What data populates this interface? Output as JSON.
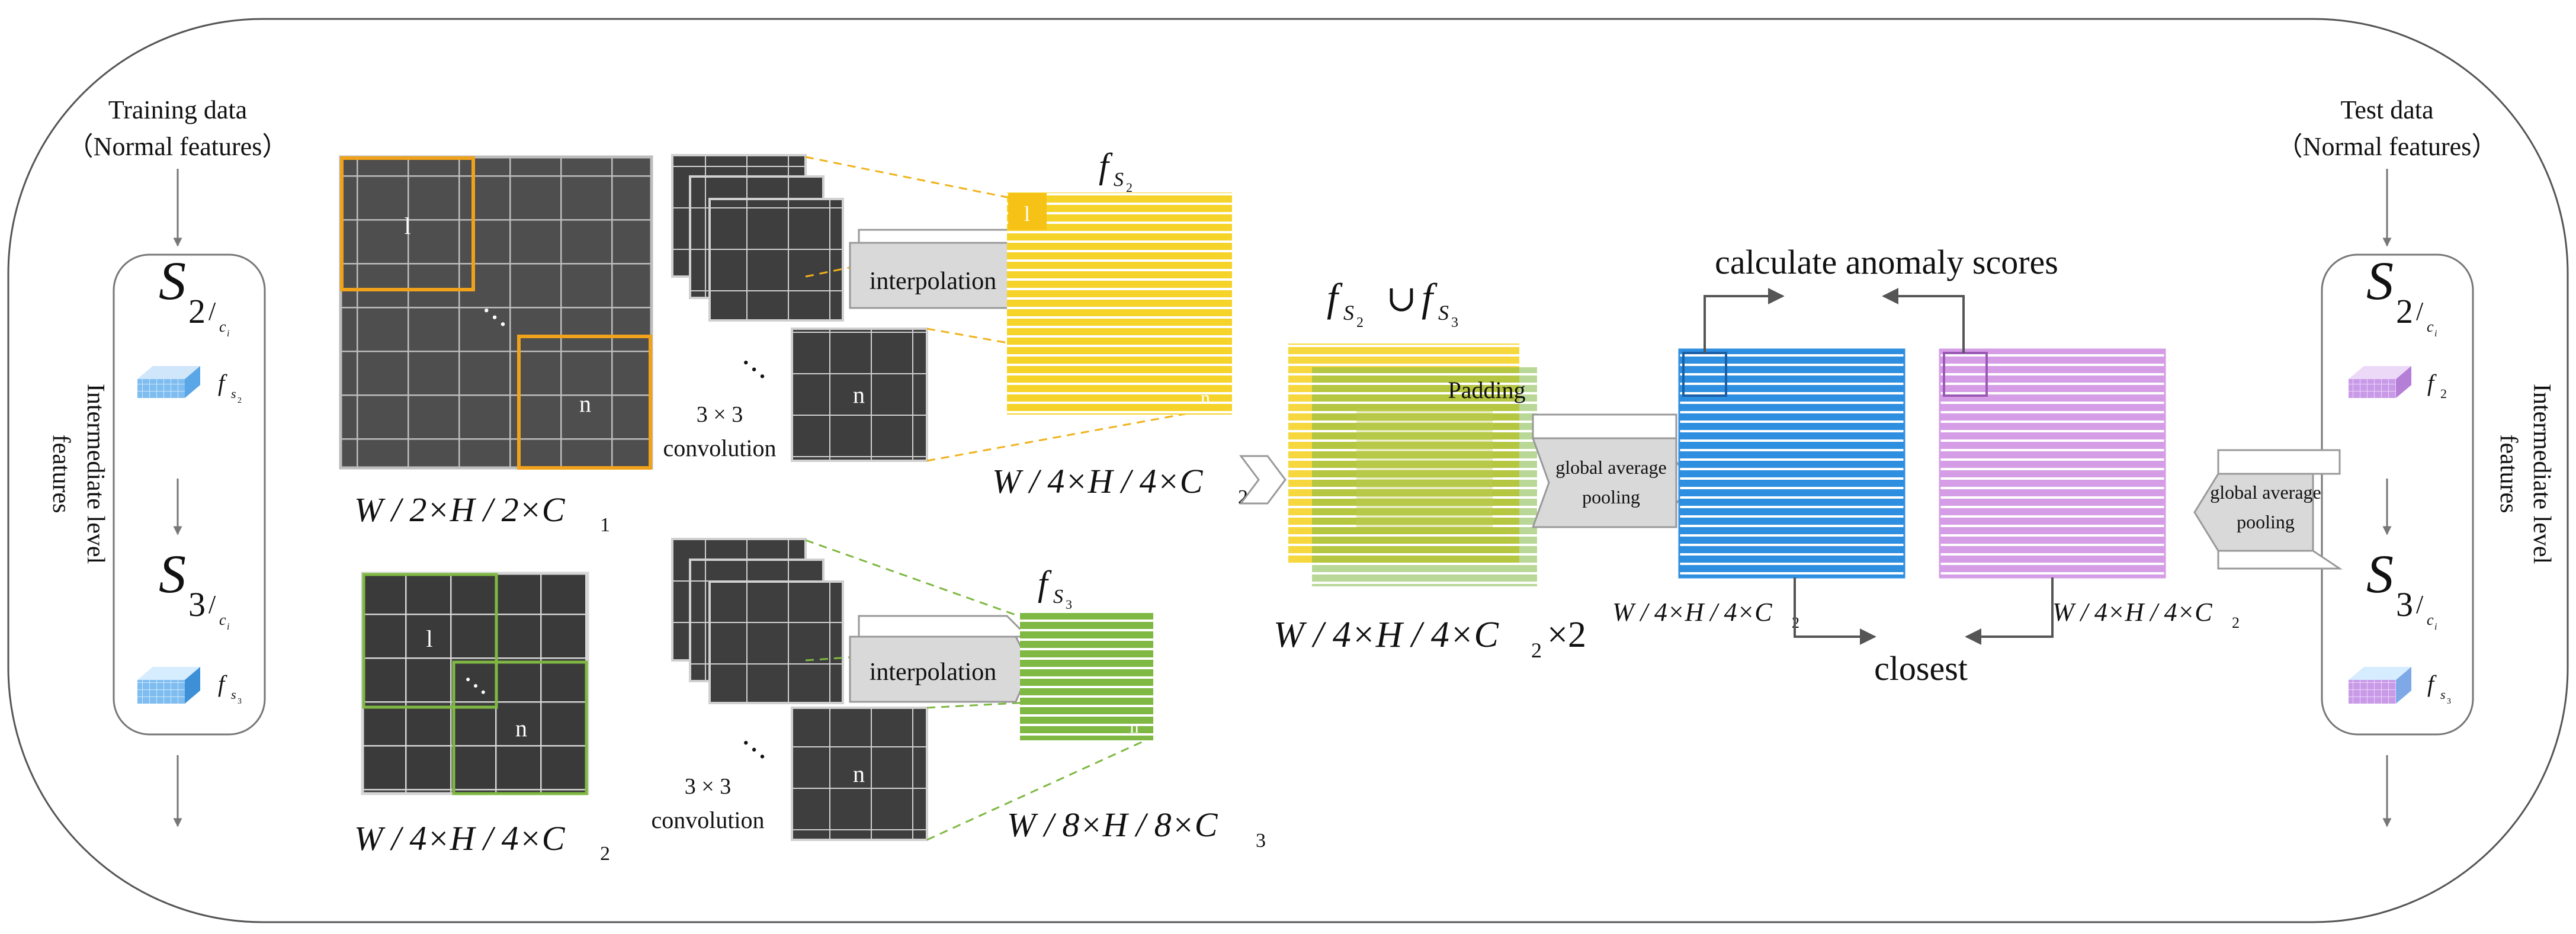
{
  "left_panel": {
    "title_line1": "Training data",
    "title_line2": "（Normal features）",
    "side_label_line1": "Intermediate level",
    "side_label_line2": "features",
    "stage2_S": "S",
    "stage2_sub": "2",
    "stage2_cdiv": "/",
    "stage2_c": "c",
    "stage2_ci": "i",
    "stage2_f": "f",
    "stage2_fsub": "s",
    "stage2_fsubsub": "2",
    "stage3_S": "S",
    "stage3_sub": "3",
    "stage3_cdiv": "/",
    "stage3_c": "c",
    "stage3_ci": "i",
    "stage3_f": "f",
    "stage3_fsub": "s",
    "stage3_fsubsub": "3"
  },
  "right_panel": {
    "title_line1": "Test data",
    "title_line2": "（Normal features）",
    "side_label_line1": "Intermediate level",
    "side_label_line2": "features",
    "stage2_S": "S",
    "stage2_sub": "2",
    "stage2_cdiv": "/",
    "stage2_c": "c",
    "stage2_ci": "i",
    "stage2_f": "f",
    "stage2_fsub": "2",
    "stage3_S": "S",
    "stage3_sub": "3",
    "stage3_cdiv": "/",
    "stage3_c": "c",
    "stage3_ci": "i",
    "stage3_f": "f",
    "stage3_fsub": "s",
    "stage3_fsubsub": "3",
    "pooling_line1": "global average",
    "pooling_line2": "pooling"
  },
  "top_branch": {
    "patch_first": "l",
    "patch_last": "n",
    "dots": "…",
    "conv_line1": "3 × 3",
    "conv_line2": "convolution",
    "interp": "interpolation",
    "dim_input": "W / 2×H / 2×C",
    "dim_input_sub": "1",
    "feat_f": "f",
    "feat_S": "S",
    "feat_sub": "2",
    "feat_patch_first": "l",
    "feat_patch_last": "n",
    "dim_output": "W / 4×H / 4×C",
    "dim_output_sub": "2"
  },
  "bottom_branch": {
    "patch_first": "l",
    "patch_last": "n",
    "dots": "…",
    "conv_line1": "3 × 3",
    "conv_line2": "convolution",
    "interp": "interpolation",
    "dim_input": "W / 4×H / 4×C",
    "dim_input_sub": "2",
    "feat_f": "f",
    "feat_S": "S",
    "feat_sub": "3",
    "feat_patch_last": "n",
    "dim_output": "W / 8×H / 8×C",
    "dim_output_sub": "3"
  },
  "merge": {
    "f1": "f",
    "S1": "S",
    "sub1": "2",
    "union": "∪",
    "f2": "f",
    "S2": "S",
    "sub2": "3",
    "padding": "Padding",
    "pool_line1": "global average",
    "pool_line2": "pooling",
    "dim": "W / 4×H / 4×C",
    "dim_sub": "2",
    "dim_tail": "×2"
  },
  "scoring": {
    "calc_label": "calculate anomaly scores",
    "closest_label": "closest",
    "dim_left": "W / 4×H / 4×C",
    "dim_left_sub": "2",
    "dim_right": "W / 4×H / 4×C",
    "dim_right_sub": "2"
  },
  "colors": {
    "yellow": "#f5d328",
    "green": "#7fb842",
    "blue": "#2e8fe0",
    "violet": "#d59de6",
    "orange": "#f0a21a",
    "dark_patch": "#4a4a4a",
    "arrow_gray": "#555555",
    "label_box": "#d9d9d9"
  }
}
